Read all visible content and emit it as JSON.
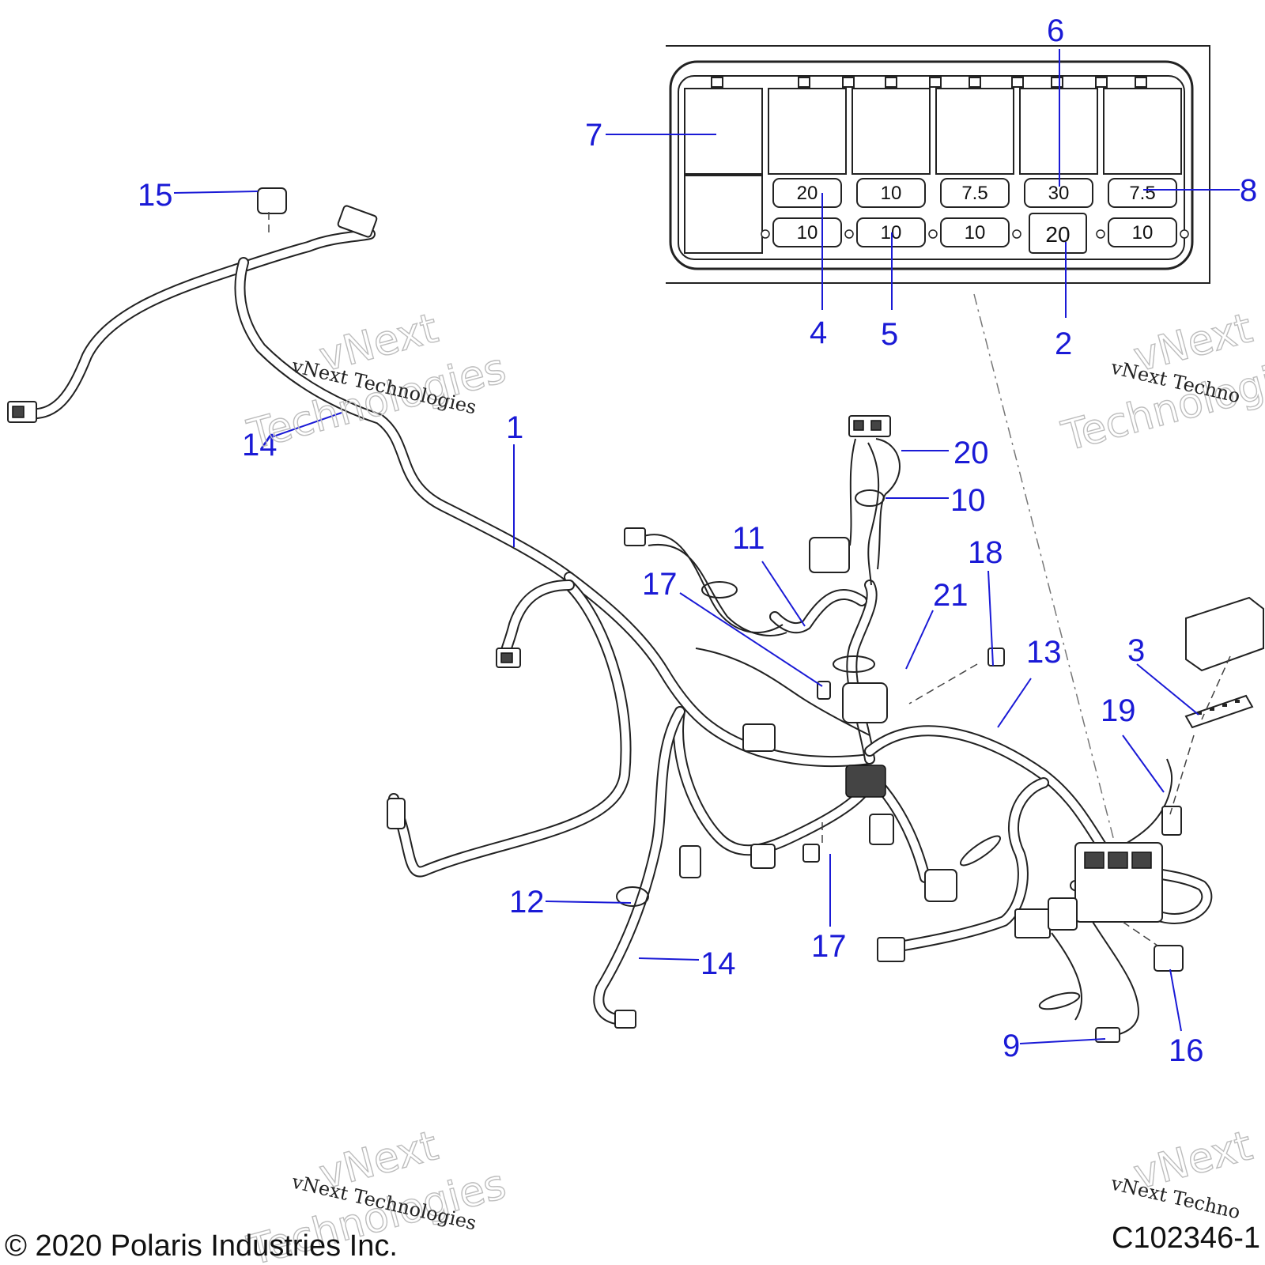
{
  "callouts": [
    {
      "id": "c1",
      "text": "1"
    },
    {
      "id": "c2",
      "text": "2"
    },
    {
      "id": "c3",
      "text": "3"
    },
    {
      "id": "c4",
      "text": "4"
    },
    {
      "id": "c5",
      "text": "5"
    },
    {
      "id": "c6",
      "text": "6"
    },
    {
      "id": "c7",
      "text": "7"
    },
    {
      "id": "c8",
      "text": "8"
    },
    {
      "id": "c9",
      "text": "9"
    },
    {
      "id": "c10",
      "text": "10"
    },
    {
      "id": "c11",
      "text": "11"
    },
    {
      "id": "c12",
      "text": "12"
    },
    {
      "id": "c13",
      "text": "13"
    },
    {
      "id": "c14a",
      "text": "14"
    },
    {
      "id": "c14b",
      "text": "14"
    },
    {
      "id": "c15",
      "text": "15"
    },
    {
      "id": "c16",
      "text": "16"
    },
    {
      "id": "c17a",
      "text": "17"
    },
    {
      "id": "c17b",
      "text": "17"
    },
    {
      "id": "c18",
      "text": "18"
    },
    {
      "id": "c19",
      "text": "19"
    },
    {
      "id": "c20",
      "text": "20"
    },
    {
      "id": "c21",
      "text": "21"
    }
  ],
  "fuse_box": {
    "top_row": [
      "20",
      "10",
      "7.5",
      "30",
      "7.5"
    ],
    "bottom_row": [
      "10",
      "10",
      "10",
      "20",
      "10"
    ]
  },
  "watermark": {
    "line1": "vNext",
    "line2": "Technologies",
    "caption": "vNext Technologies",
    "caption_partial": "vNext Techno"
  },
  "footer": {
    "copyright": "© 2020 Polaris Industries Inc.",
    "drawing_id": "C102346-1"
  }
}
